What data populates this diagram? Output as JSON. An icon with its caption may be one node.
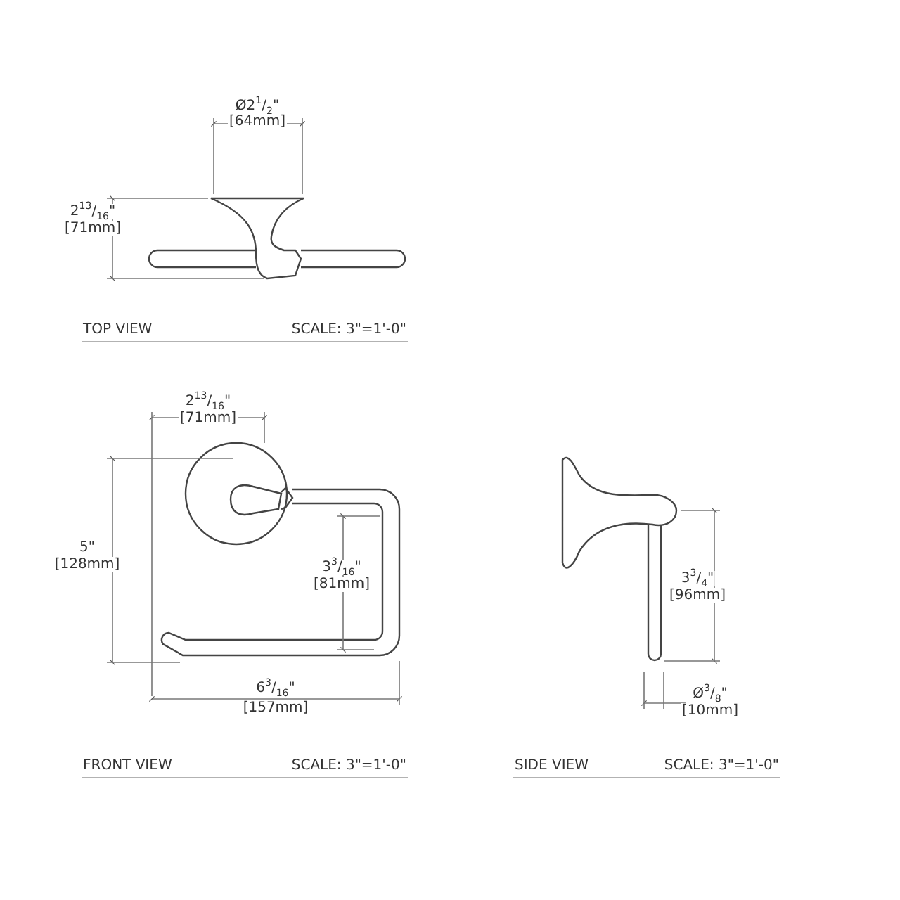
{
  "diagram": {
    "labels": [
      "Ø2$^{1}$/$_{2}$\"",
      "[64mm]",
      "2$^{13}$/$_{16}$\"",
      "[71mm]",
      "TOP VIEW",
      "SCALE: 3\"=1'-0\"",
      "2$^{13}$/$_{16}$\"",
      "[71mm]",
      "5\"",
      "[128mm]",
      "3$^{3}$/$_{16}$\"",
      "[81mm]",
      "3$^{3}$/$_{4}$\"",
      "[96mm]",
      "6$^{3}$/$_{16}$\"",
      "[157mm]",
      "Ø$^{3}$/$_{8}$\"",
      "[10mm]",
      "FRONT VIEW",
      "SCALE: 3\"=1'-0\"",
      "SIDE VIEW",
      "SCALE: 3\"=1'-0\""
    ]
  }
}
